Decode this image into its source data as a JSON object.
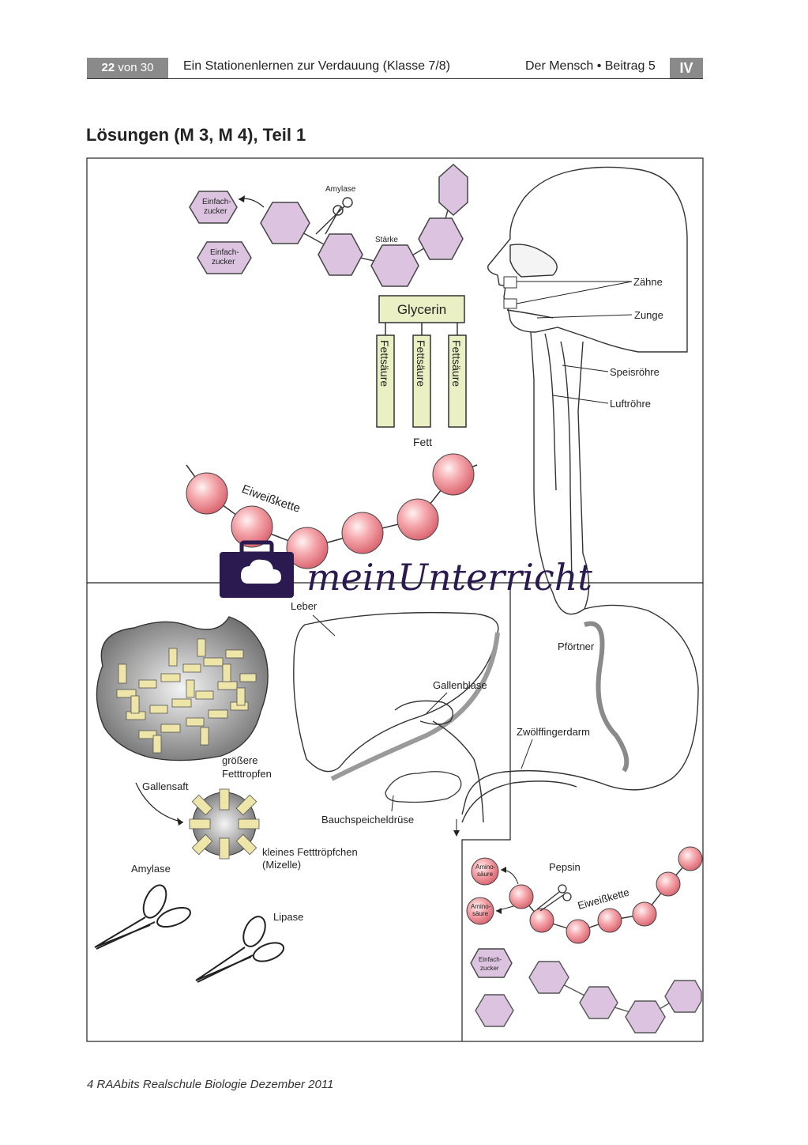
{
  "header": {
    "page_number": "22",
    "page_of": "von 30",
    "title": "Ein Stationenlernen zur Verdauung (Klasse 7/8)",
    "section": "Der Mensch • Beitrag 5",
    "volume": "IV"
  },
  "page_title": "Lösungen (M 3, M 4), Teil 1",
  "figure": {
    "starch": {
      "enzyme": "Amylase",
      "chain_label": "Stärke",
      "sugar1": [
        "Einfach-",
        "zucker"
      ],
      "sugar2": [
        "Einfach-",
        "zucker"
      ]
    },
    "fat": {
      "glycerin": "Glycerin",
      "fatty_acid": "Fettsäure",
      "label": "Fett"
    },
    "protein": {
      "chain_label": "Eiweißkette"
    },
    "watermark": "meinUnterricht",
    "body_labels": {
      "teeth": "Zähne",
      "tongue": "Zunge",
      "esophagus": "Speisröhre",
      "trachea": "Luftröhre",
      "pylorus": "Pförtner",
      "duodenum": "Zwölffingerdarm",
      "gallbladder": "Gallenblase",
      "liver": "Leber",
      "pancreas": "Bauchspeicheldrüse"
    },
    "emulsion": {
      "large_drop_1": "größere",
      "large_drop_2": "Fetttropfen",
      "bile": "Gallensaft",
      "small_drop_1": "kleines Fetttröpfchen",
      "small_drop_2": "(Mizelle)"
    },
    "scissors": {
      "amylase": "Amylase",
      "lipase": "Lipase"
    },
    "stomach_box": {
      "enzyme": "Pepsin",
      "chain_label": "Eiweißkette",
      "amino1": [
        "Amino-",
        "säure"
      ],
      "amino2": [
        "Amino-",
        "säure"
      ],
      "sugar": [
        "Einfach-",
        "zucker"
      ]
    }
  },
  "footer": "4 RAAbits Realschule Biologie Dezember 2011",
  "colors": {
    "hexagon": "#dcc4e0",
    "bead": "#f2a2a8",
    "glycerin_box": "#eaf0c4",
    "watermark": "#2a1a50",
    "header_grey": "#8a8a8a"
  }
}
